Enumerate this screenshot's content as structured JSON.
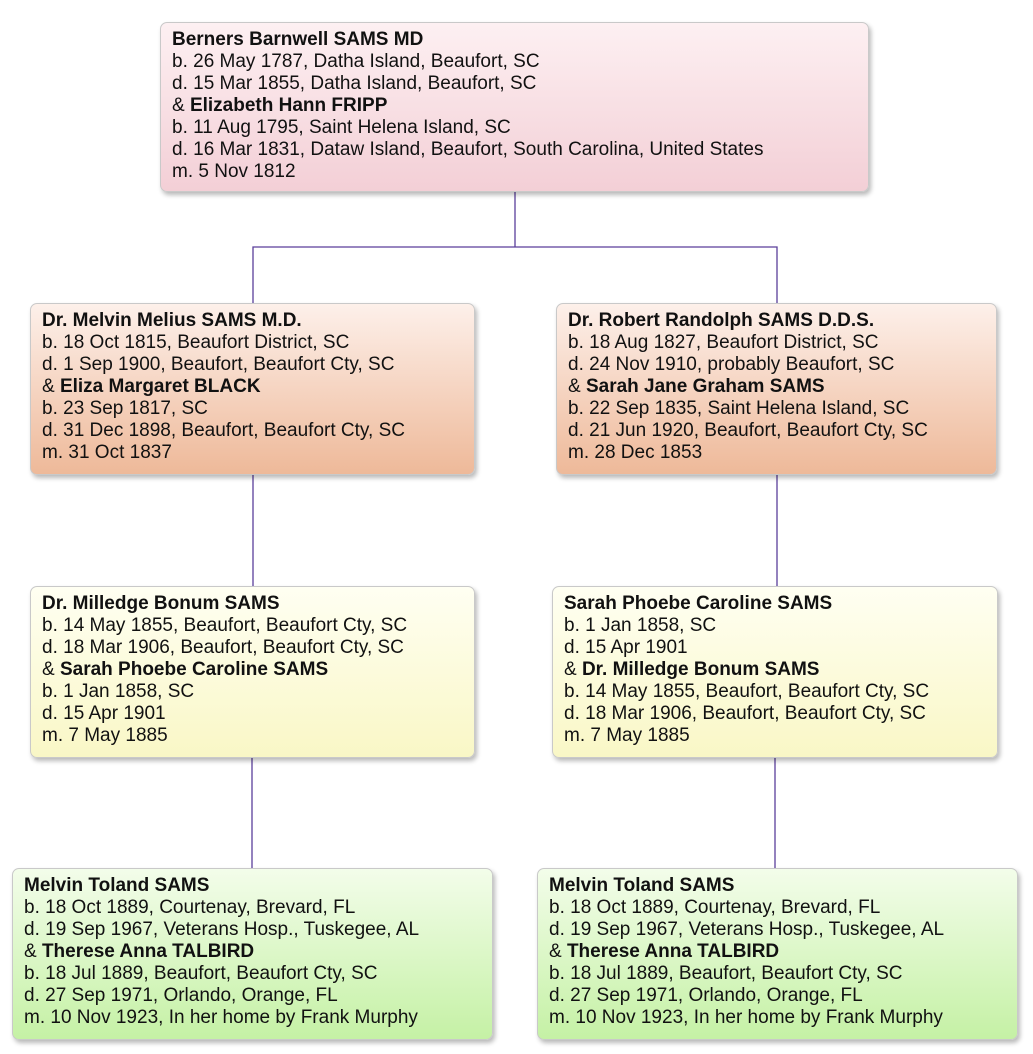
{
  "theme": {
    "connector_color": "#5a3f9a"
  },
  "boxes": {
    "b1": {
      "lines": [
        {
          "text": "Berners Barnwell SAMS MD",
          "bold": true
        },
        {
          "text": "b. 26 May 1787, Datha Island, Beaufort, SC"
        },
        {
          "text": "d. 15 Mar 1855, Datha Island, Beaufort, SC"
        },
        {
          "prefix": "& ",
          "text": "Elizabeth Hann FRIPP",
          "bold": true
        },
        {
          "text": "b. 11 Aug 1795, Saint Helena Island, SC"
        },
        {
          "text": "d. 16 Mar 1831, Dataw Island, Beaufort, South Carolina, United States"
        },
        {
          "text": "m. 5 Nov 1812"
        }
      ]
    },
    "b2": {
      "lines": [
        {
          "text": "Dr. Melvin Melius SAMS M.D.",
          "bold": true
        },
        {
          "text": "b. 18 Oct 1815, Beaufort District, SC"
        },
        {
          "text": "d. 1 Sep 1900, Beaufort, Beaufort Cty, SC"
        },
        {
          "prefix": "& ",
          "text": "Eliza Margaret BLACK",
          "bold": true
        },
        {
          "text": "b. 23 Sep 1817, SC"
        },
        {
          "text": "d. 31 Dec 1898, Beaufort, Beaufort Cty, SC"
        },
        {
          "text": "m. 31 Oct 1837"
        }
      ]
    },
    "b3": {
      "lines": [
        {
          "text": "Dr. Robert Randolph SAMS D.D.S.",
          "bold": true
        },
        {
          "text": "b. 18 Aug 1827, Beaufort District, SC"
        },
        {
          "text": "d. 24 Nov 1910, probably Beaufort, SC"
        },
        {
          "prefix": "& ",
          "text": "Sarah Jane Graham SAMS",
          "bold": true
        },
        {
          "text": "b. 22 Sep 1835, Saint Helena Island, SC"
        },
        {
          "text": "d. 21 Jun 1920, Beaufort, Beaufort Cty, SC"
        },
        {
          "text": "m. 28 Dec 1853"
        }
      ]
    },
    "b4": {
      "lines": [
        {
          "text": "Dr. Milledge Bonum SAMS",
          "bold": true
        },
        {
          "text": "b. 14 May 1855, Beaufort, Beaufort Cty, SC"
        },
        {
          "text": "d. 18 Mar 1906, Beaufort, Beaufort Cty, SC"
        },
        {
          "prefix": "& ",
          "text": "Sarah Phoebe Caroline SAMS",
          "bold": true
        },
        {
          "text": "b. 1 Jan 1858, SC"
        },
        {
          "text": "d. 15 Apr 1901"
        },
        {
          "text": "m. 7 May 1885"
        }
      ]
    },
    "b5": {
      "lines": [
        {
          "text": "Sarah Phoebe Caroline SAMS",
          "bold": true
        },
        {
          "text": "b. 1 Jan 1858, SC"
        },
        {
          "text": "d. 15 Apr 1901"
        },
        {
          "prefix": "& ",
          "text": "Dr. Milledge Bonum SAMS",
          "bold": true
        },
        {
          "text": "b. 14 May 1855, Beaufort, Beaufort Cty, SC"
        },
        {
          "text": "d. 18 Mar 1906, Beaufort, Beaufort Cty, SC"
        },
        {
          "text": "m. 7 May 1885"
        }
      ]
    },
    "b6": {
      "lines": [
        {
          "text": "Melvin Toland SAMS",
          "bold": true
        },
        {
          "text": "b. 18 Oct 1889, Courtenay, Brevard, FL"
        },
        {
          "text": "d. 19 Sep 1967, Veterans Hosp., Tuskegee, AL"
        },
        {
          "prefix": "& ",
          "text": "Therese Anna TALBIRD",
          "bold": true
        },
        {
          "text": "b. 18 Jul 1889, Beaufort, Beaufort Cty, SC"
        },
        {
          "text": "d. 27 Sep 1971, Orlando, Orange, FL"
        },
        {
          "text": "m. 10 Nov 1923, In her home by Frank Murphy"
        }
      ]
    },
    "b7": {
      "lines": [
        {
          "text": "Melvin Toland SAMS",
          "bold": true
        },
        {
          "text": "b. 18 Oct 1889, Courtenay, Brevard, FL"
        },
        {
          "text": "d. 19 Sep 1967, Veterans Hosp., Tuskegee, AL"
        },
        {
          "prefix": "& ",
          "text": "Therese Anna TALBIRD",
          "bold": true
        },
        {
          "text": "b. 18 Jul 1889, Beaufort, Beaufort Cty, SC"
        },
        {
          "text": "d. 27 Sep 1971, Orlando, Orange, FL"
        },
        {
          "text": "m. 10 Nov 1923, In her home by Frank Murphy"
        }
      ]
    }
  }
}
